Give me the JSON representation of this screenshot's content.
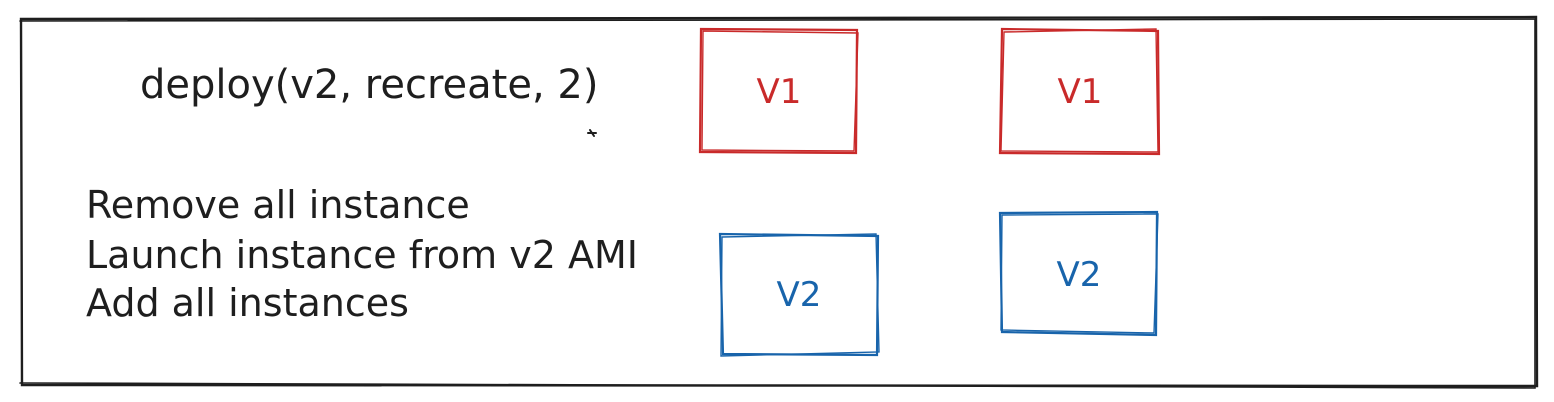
{
  "colors": {
    "ink": "#1e1e1e",
    "v1": "#c92a2a",
    "v2": "#1864ab"
  },
  "command": "deploy(v2, recreate, 2)",
  "steps": [
    "Remove all instance",
    "Launch instance from v2 AMI",
    "Add all instances"
  ],
  "old_instances": {
    "left": "V1",
    "right": "V1"
  },
  "new_instances": {
    "left": "V2",
    "right": "V2"
  }
}
